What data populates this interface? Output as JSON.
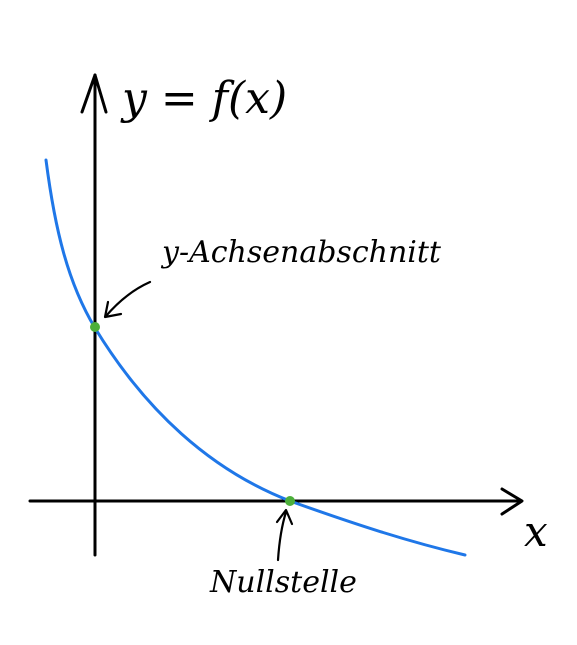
{
  "function_label": "y = f(x)",
  "x_axis_label": "x",
  "annotations": {
    "y_intercept": "y-Achsenabschnitt",
    "zero": "Nullstelle"
  },
  "colors": {
    "curve": "#1f77e8",
    "points": "#4caf3a",
    "axes": "#000000"
  }
}
